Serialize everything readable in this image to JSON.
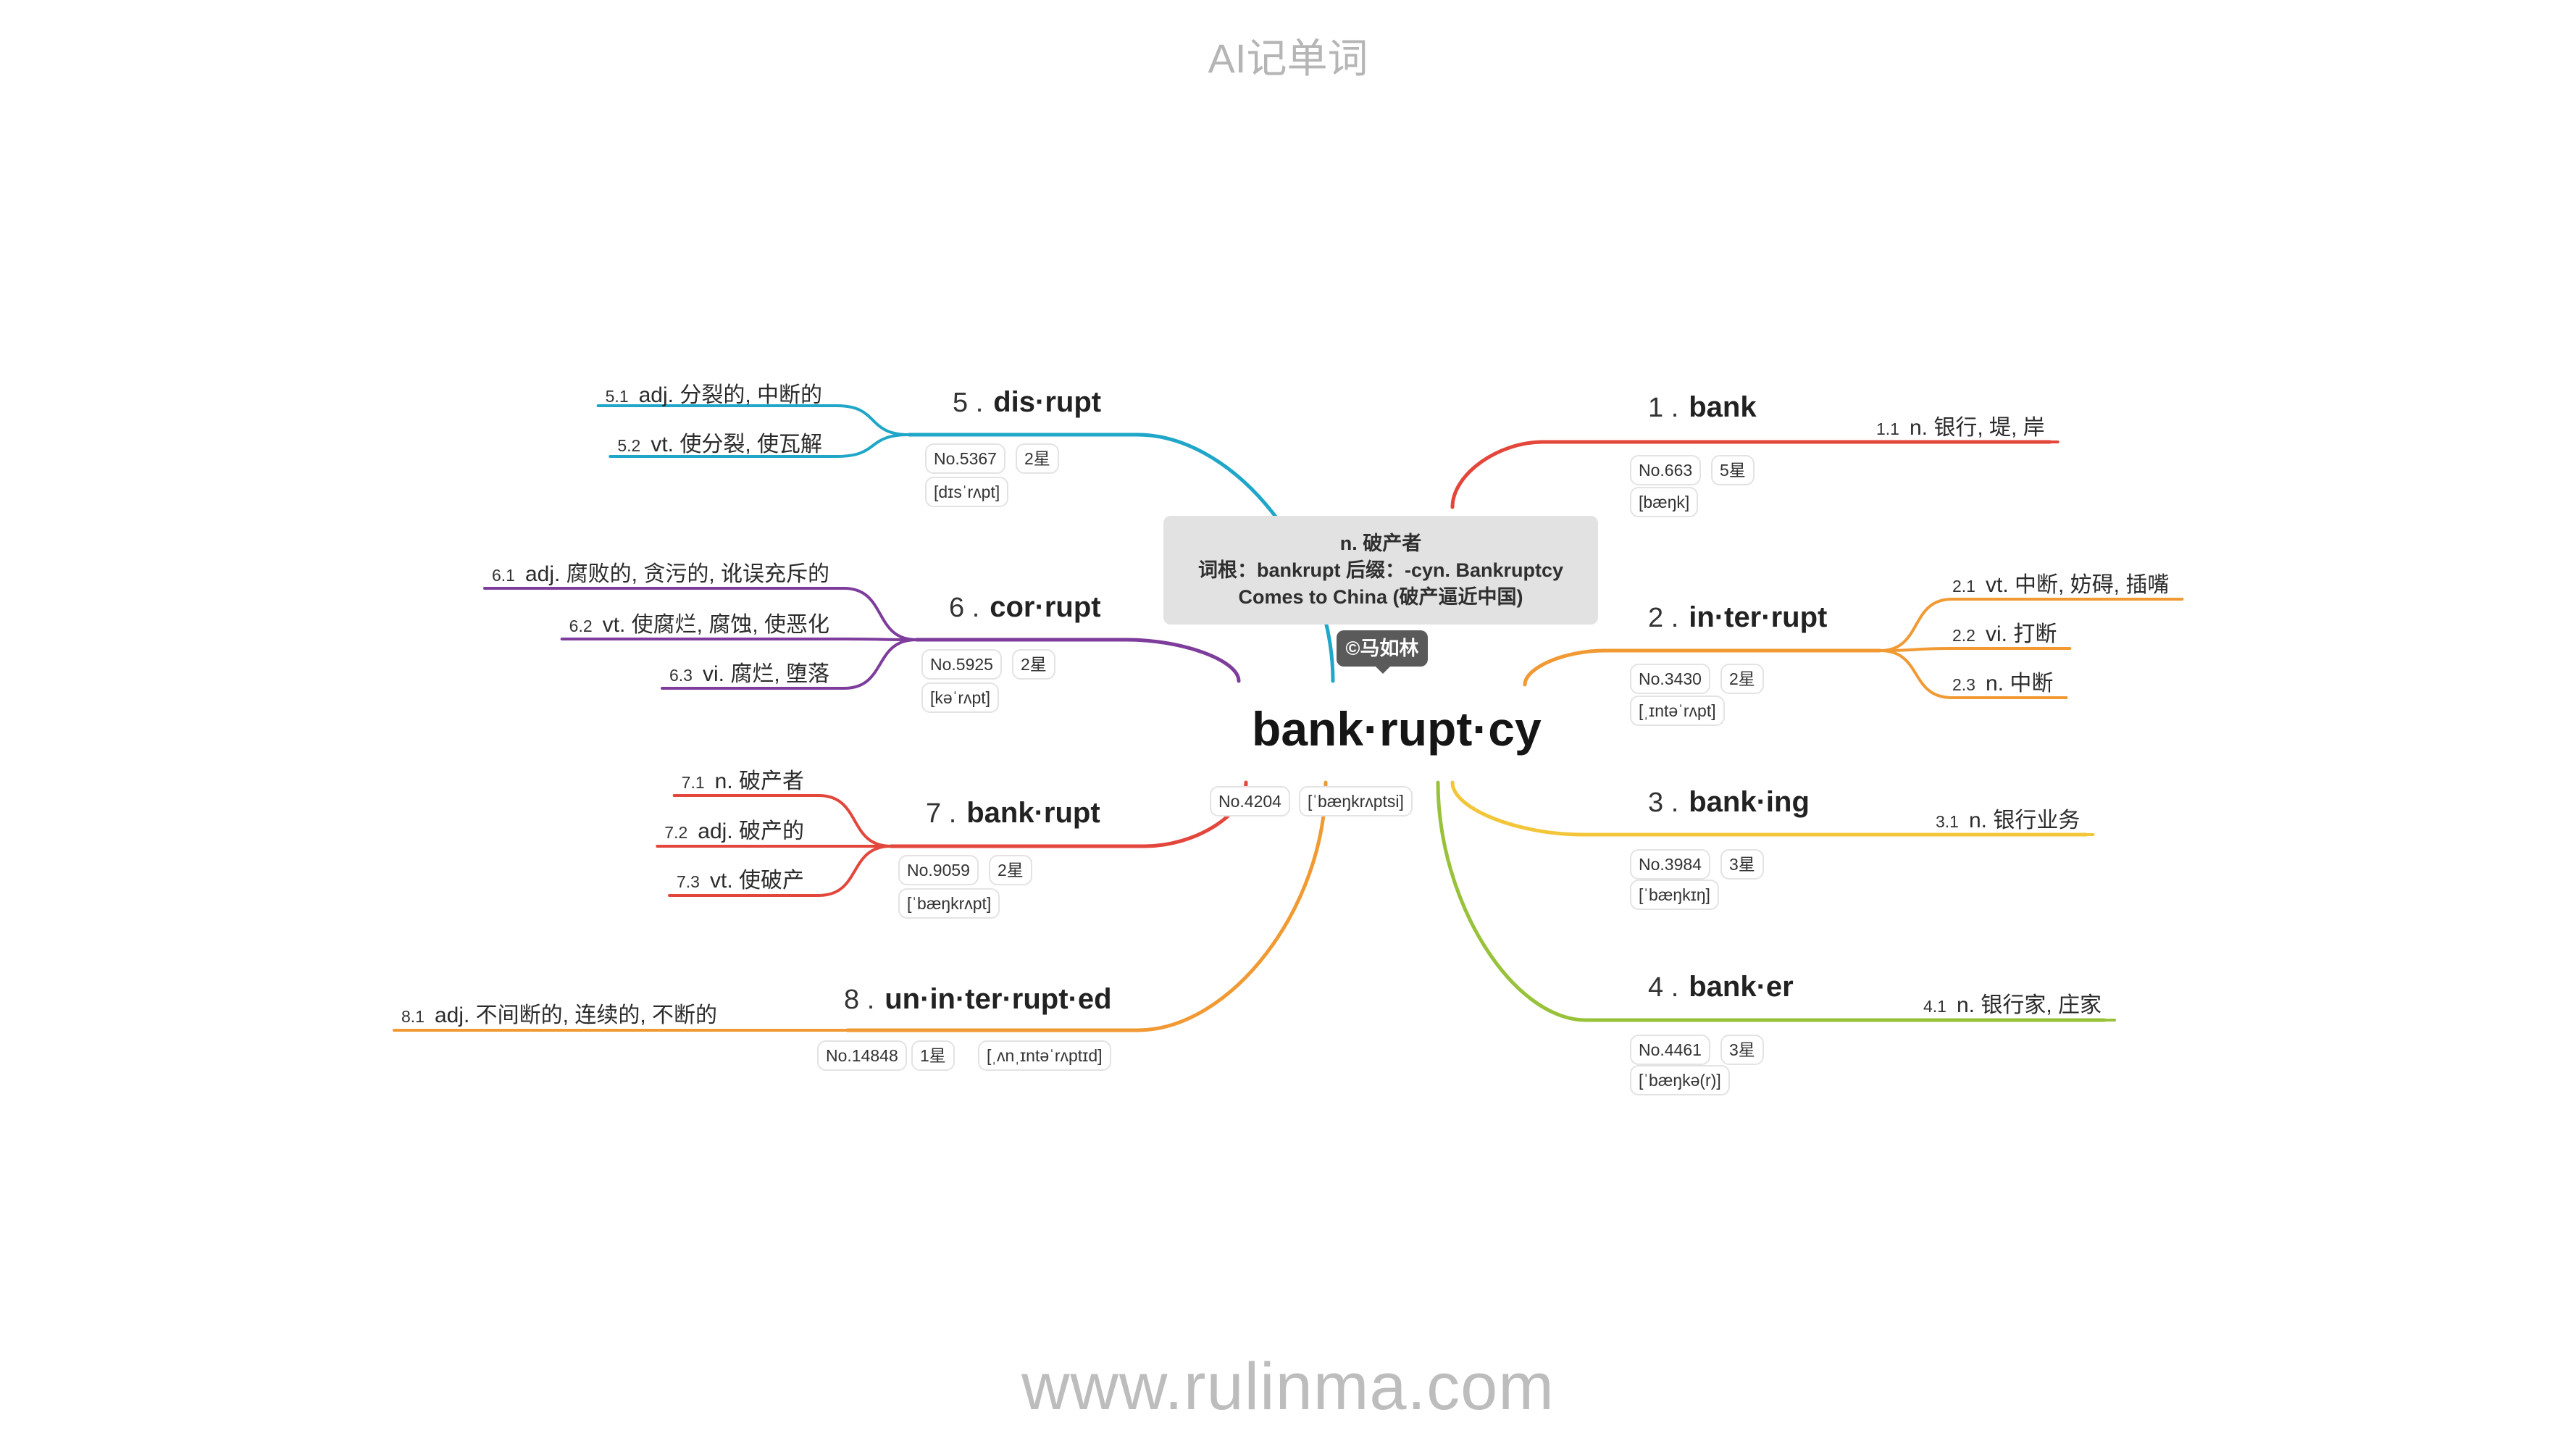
{
  "header": {
    "title": "AI记单词"
  },
  "footer": {
    "site": "www.rulinma.com"
  },
  "root": {
    "word": "bank·rupt·cy",
    "rank": "No.4204",
    "phonetic": "[ˈbæŋkrʌptsi]",
    "note": [
      "n. 破产者",
      "词根：bankrupt 后缀：-cyn. Bankruptcy",
      "Comes to China (破产逼近中国)"
    ],
    "author": "©马如林"
  },
  "branches": [
    {
      "num": "1 .",
      "word": "bank",
      "color": "#e3463b",
      "rank": "No.663",
      "stars": "5星",
      "phonetic": "[bæŋk]",
      "senses": [
        {
          "num": "1.1",
          "text": "n. 银行, 堤, 岸"
        }
      ]
    },
    {
      "num": "2 .",
      "word": "in·ter·rupt",
      "color": "#f19a34",
      "rank": "No.3430",
      "stars": "2星",
      "phonetic": "[ˌɪntəˈrʌpt]",
      "senses": [
        {
          "num": "2.1",
          "text": "vt. 中断, 妨碍, 插嘴"
        },
        {
          "num": "2.2",
          "text": "vi. 打断"
        },
        {
          "num": "2.3",
          "text": "n. 中断"
        }
      ]
    },
    {
      "num": "3 .",
      "word": "bank·ing",
      "color": "#f3c63a",
      "rank": "No.3984",
      "stars": "3星",
      "phonetic": "[ˈbæŋkɪŋ]",
      "senses": [
        {
          "num": "3.1",
          "text": "n. 银行业务"
        }
      ]
    },
    {
      "num": "4 .",
      "word": "bank·er",
      "color": "#99c23b",
      "rank": "No.4461",
      "stars": "3星",
      "phonetic": "[ˈbæŋkə(r)]",
      "senses": [
        {
          "num": "4.1",
          "text": "n. 银行家, 庄家"
        }
      ]
    },
    {
      "num": "5 .",
      "word": "dis·rupt",
      "color": "#1fa6c8",
      "rank": "No.5367",
      "stars": "2星",
      "phonetic": "[dɪsˈrʌpt]",
      "senses": [
        {
          "num": "5.1",
          "text": "adj. 分裂的, 中断的"
        },
        {
          "num": "5.2",
          "text": "vt. 使分裂, 使瓦解"
        }
      ]
    },
    {
      "num": "6 .",
      "word": "cor·rupt",
      "color": "#7e3d9c",
      "rank": "No.5925",
      "stars": "2星",
      "phonetic": "[kəˈrʌpt]",
      "senses": [
        {
          "num": "6.1",
          "text": "adj. 腐败的, 贪污的, 讹误充斥的"
        },
        {
          "num": "6.2",
          "text": "vt. 使腐烂, 腐蚀, 使恶化"
        },
        {
          "num": "6.3",
          "text": "vi. 腐烂, 堕落"
        }
      ]
    },
    {
      "num": "7 .",
      "word": "bank·rupt",
      "color": "#e3463b",
      "rank": "No.9059",
      "stars": "2星",
      "phonetic": "[ˈbæŋkrʌpt]",
      "senses": [
        {
          "num": "7.1",
          "text": "n. 破产者"
        },
        {
          "num": "7.2",
          "text": "adj. 破产的"
        },
        {
          "num": "7.3",
          "text": "vt. 使破产"
        }
      ]
    },
    {
      "num": "8 .",
      "word": "un·in·ter·rupt·ed",
      "color": "#f19a34",
      "rank": "No.14848",
      "stars": "1星",
      "phonetic": "[ˌʌnˌɪntəˈrʌptɪd]",
      "senses": [
        {
          "num": "8.1",
          "text": "adj. 不间断的, 连续的, 不断的"
        }
      ]
    }
  ]
}
